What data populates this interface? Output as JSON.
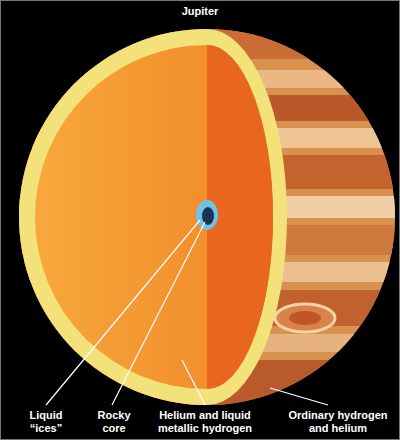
{
  "diagram": {
    "title": "Jupiter",
    "labels": [
      "Liquid “ices”",
      "Rocky core",
      "Helium and liquid metallic hydrogen",
      "Ordinary hydrogen and helium"
    ]
  }
}
